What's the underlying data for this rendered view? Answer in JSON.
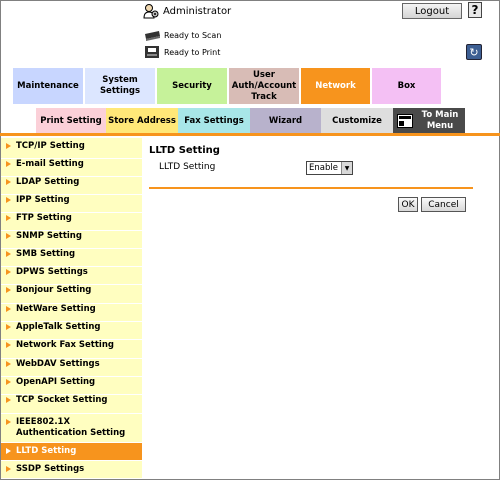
{
  "header": {
    "user_name": "Administrator",
    "logout_label": "Logout",
    "help_label": "?",
    "status_scan": "Ready to Scan",
    "status_print": "Ready to Print"
  },
  "main_tabs": [
    {
      "label": "Maintenance",
      "color": "#c8d6ff"
    },
    {
      "label": "System Settings",
      "color": "#dce6ff"
    },
    {
      "label": "Security",
      "color": "#c6f29a"
    },
    {
      "label": "User Auth/Account Track",
      "color": "#d8bcb6"
    },
    {
      "label": "Network",
      "color": "#f7941d",
      "active": true
    },
    {
      "label": "Box",
      "color": "#f4c0f4"
    }
  ],
  "sub_tabs": [
    {
      "label": "Print Setting",
      "color": "#fbd0d8"
    },
    {
      "label": "Store Address",
      "color": "#ffe878"
    },
    {
      "label": "Fax Settings",
      "color": "#a8e6e8"
    },
    {
      "label": "Wizard",
      "color": "#b8b2cc"
    },
    {
      "label": "Customize",
      "color": "#dedede"
    },
    {
      "label": "To Main Menu",
      "color": "#4a4a4a"
    }
  ],
  "sidebar": {
    "items": [
      {
        "label": "TCP/IP Setting"
      },
      {
        "label": "E-mail Setting"
      },
      {
        "label": "LDAP Setting"
      },
      {
        "label": "IPP Setting"
      },
      {
        "label": "FTP Setting"
      },
      {
        "label": "SNMP Setting"
      },
      {
        "label": "SMB Setting"
      },
      {
        "label": "DPWS Settings"
      },
      {
        "label": "Bonjour Setting"
      },
      {
        "label": "NetWare Setting"
      },
      {
        "label": "AppleTalk Setting"
      },
      {
        "label": "Network Fax Setting"
      },
      {
        "label": "WebDAV Settings"
      },
      {
        "label": "OpenAPI Setting"
      },
      {
        "label": "TCP Socket Setting"
      },
      {
        "label": "IEEE802.1X Authentication Setting"
      },
      {
        "label": "LLTD Setting",
        "active": true
      },
      {
        "label": "SSDP Settings"
      }
    ]
  },
  "content": {
    "title": "LLTD Setting",
    "field_label": "LLTD Setting",
    "field_value": "Enable",
    "ok_label": "OK",
    "cancel_label": "Cancel"
  },
  "colors": {
    "accent": "#f7941d",
    "sidebar_bg": "#fffec0"
  }
}
